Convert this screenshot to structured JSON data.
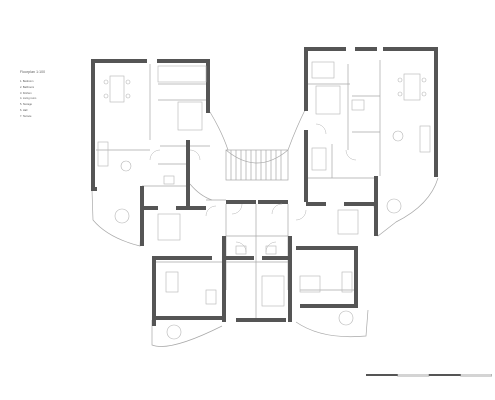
{
  "legend": {
    "title": "Floorplan    1:100",
    "items": [
      "1. Bedroom",
      "2. Bathroom",
      "3. Kitchen",
      "4. Living room",
      "5. Storage",
      "6. Hall",
      "7. Terrace"
    ]
  },
  "colors": {
    "wall": "#555555",
    "line": "#9a9a9a",
    "furniture": "#b4b4b4",
    "background": "#ffffff"
  },
  "scale_bar": {
    "segments": 4
  }
}
